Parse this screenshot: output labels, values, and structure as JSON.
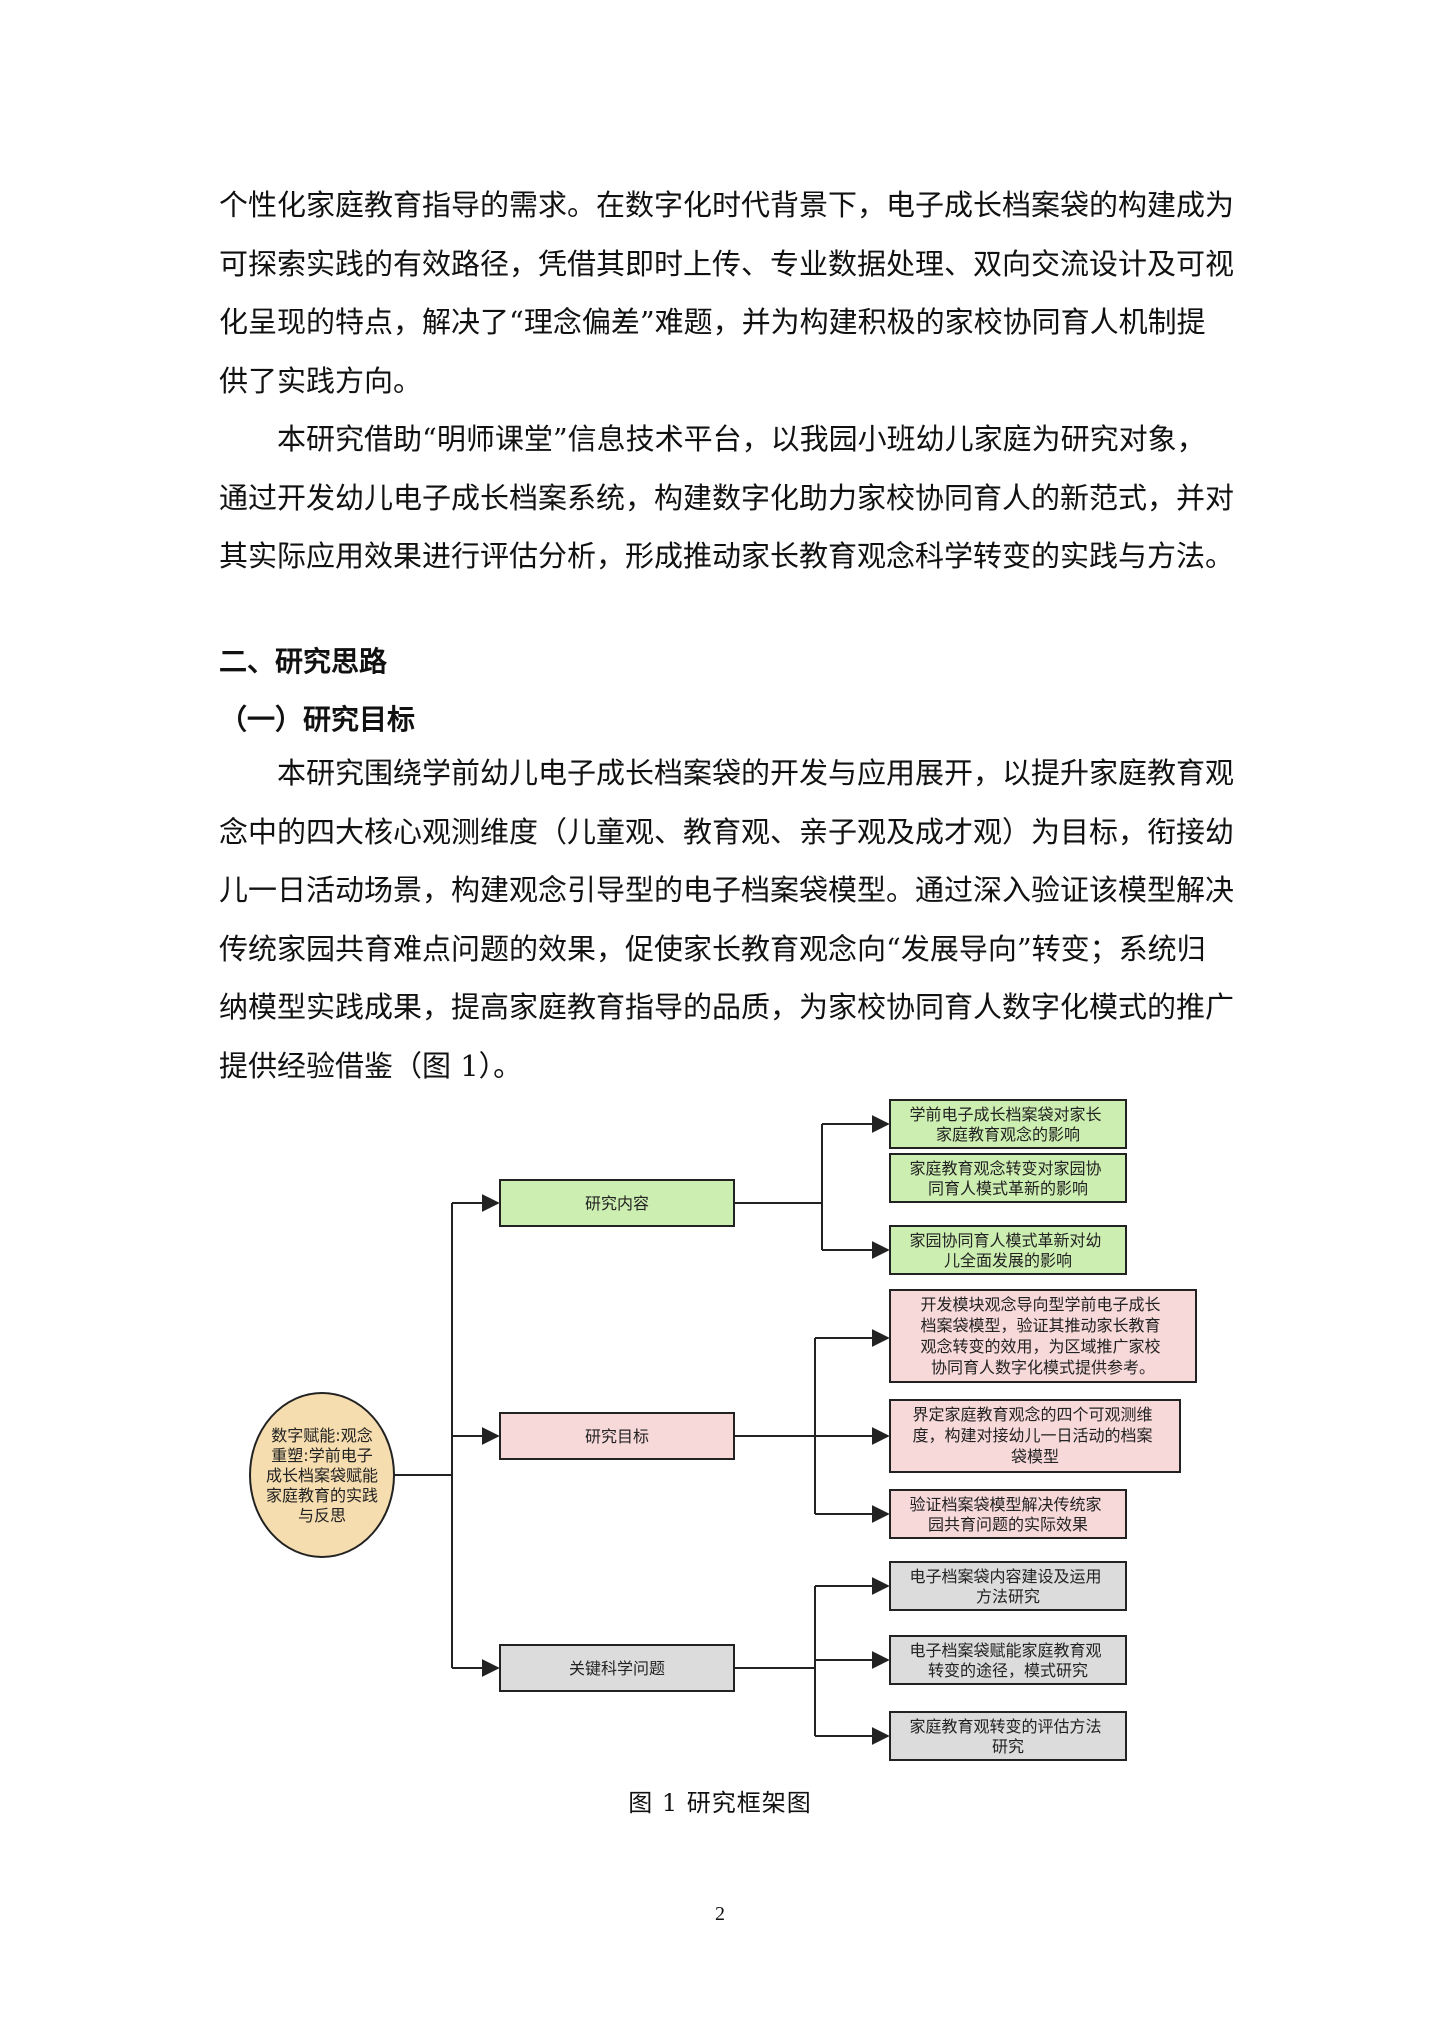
{
  "intro_paragraphs": [
    {
      "lines": [
        "个性化家庭教育指导的需求。在数字化时代背景下，电子成长档案袋的构建成为",
        "可探索实践的有效路径，凭借其即时上传、专业数据处理、双向交流设计及可视",
        "化呈现的特点，解决了“理念偏差”难题，并为构建积极的家校协同育人机制提",
        "供了实践方向。"
      ]
    },
    {
      "lines": [
        "本研究借助“明师课堂”信息技术平台，以我园小班幼儿家庭为研究对象，",
        "通过开发幼儿电子成长档案系统，构建数字化助力家校协同育人的新范式，并对",
        "其实际应用效果进行评估分析，形成推动家长教育观念科学转变的实践与方法。"
      ]
    }
  ],
  "section_heading": "二、研究思路",
  "subsection_heading": "（一）研究目标",
  "goal_paragraph": {
    "lines": [
      "本研究围绕学前幼儿电子成长档案袋的开发与应用展开，以提升家庭教育观",
      "念中的四大核心观测维度（儿童观、教育观、亲子观及成才观）为目标，衔接幼",
      "儿一日活动场景，构建观念引导型的电子档案袋模型。通过深入验证该模型解决",
      "传统家园共育难点问题的效果，促使家长教育观念向“发展导向”转变；系统归",
      "纳模型实践成果，提高家庭教育指导的品质，为家校协同育人数字化模式的推广",
      "提供经验借鉴（图 1）。"
    ]
  },
  "diagram": {
    "root": [
      "数字赋能:观念",
      "重塑:学前电子",
      "成长档案袋赋能",
      "家庭教育的实践",
      "与反思"
    ],
    "branches": [
      {
        "label": "研究内容",
        "color": "#cdeeb1",
        "children": [
          [
            "学前电子成长档案袋对家长",
            "家庭教育观念的影响"
          ],
          [
            "家庭教育观念转变对家园协",
            "同育人模式革新的影响"
          ],
          [
            "家园协同育人模式革新对幼",
            "儿全面发展的影响"
          ]
        ]
      },
      {
        "label": "研究目标",
        "color": "#f8d9da",
        "children": [
          [
            "开发模块观念导向型学前电子成长",
            "档案袋模型，验证其推动家长教育",
            "观念转变的效用，为区域推广家校",
            "协同育人数字化模式提供参考。"
          ],
          [
            "界定家庭教育观念的四个可观测维",
            "度，构建对接幼儿一日活动的档案",
            "袋模型"
          ],
          [
            "验证档案袋模型解决传统家",
            "园共育问题的实际效果"
          ]
        ]
      },
      {
        "label": "关键科学问题",
        "color": "#dcdcdc",
        "children": [
          [
            "电子档案袋内容建设及运用",
            "方法研究"
          ],
          [
            "电子档案袋赋能家庭教育观",
            "转变的途径，模式研究"
          ],
          [
            "家庭教育观转变的评估方法",
            "研究"
          ]
        ]
      }
    ],
    "root_color": "#f5ddb0"
  },
  "figure_caption": "图 1  研究框架图",
  "page_number": "2"
}
